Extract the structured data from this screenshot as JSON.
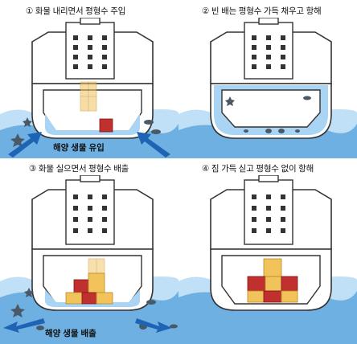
{
  "captions": {
    "p1": "① 화물 내리면서 평형수 주입",
    "p2": "② 빈 배는 평형수 가득 채우고 항해",
    "p3": "③ 화물 실으면서 평형수 배출",
    "p4": "④ 짐 가득 싣고 평형수 없이 항해"
  },
  "flow_labels": {
    "p1": "해양 생물 유입",
    "p3": "해양 생물 배출"
  },
  "colors": {
    "sea": "#6fb0e2",
    "sea_light": "#bfe0f6",
    "ballast": "#a9d4f3",
    "hull_outline": "#333333",
    "container_red": "#c0302e",
    "container_yellow": "#f1c35a",
    "arrow": "#1f63b4"
  }
}
